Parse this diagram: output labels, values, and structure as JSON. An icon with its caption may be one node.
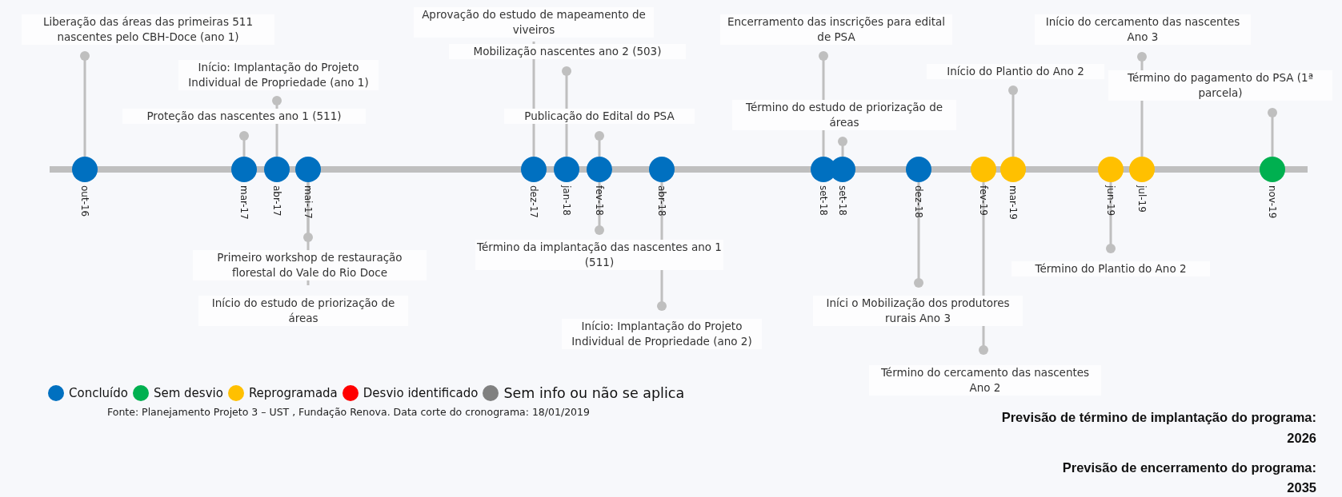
{
  "diagram": {
    "nodes": [
      {
        "text": [],
        "shape": "circle",
        "beside": [
          "out-16"
        ]
      },
      {
        "text": [],
        "shape": "circle",
        "beside": [
          "mar-17"
        ]
      },
      {
        "text": [],
        "shape": "circle",
        "beside": [
          "abr-17"
        ]
      },
      {
        "text": [],
        "shape": "circle",
        "beside": [
          "mai-17"
        ]
      },
      {
        "text": [],
        "shape": "circle",
        "beside": [
          "dez-17"
        ]
      },
      {
        "text": [],
        "shape": "circle",
        "beside": [
          "jan-18"
        ]
      },
      {
        "text": [],
        "shape": "circle",
        "beside": [
          "fev-18"
        ]
      },
      {
        "text": [],
        "shape": "circle",
        "beside": [
          "abr-18"
        ]
      },
      {
        "text": [],
        "shape": "circle",
        "beside": [
          "set-18"
        ]
      },
      {
        "text": [],
        "shape": "circle",
        "beside": [
          "set-18"
        ]
      },
      {
        "text": [],
        "shape": "circle",
        "beside": [
          "dez-18"
        ]
      },
      {
        "text": [],
        "shape": "circle",
        "beside": [
          "fev-19"
        ]
      },
      {
        "text": [],
        "shape": "circle",
        "beside": [
          "mar-19"
        ]
      },
      {
        "text": [],
        "shape": "circle",
        "beside": [
          "jun-19"
        ]
      },
      {
        "text": [],
        "shape": "circle",
        "beside": [
          "jul-19"
        ]
      },
      {
        "text": [],
        "shape": "circle",
        "beside": [
          "nov-19"
        ]
      },
      {
        "text": [
          "Liberação das áreas das primeiras 511 nascentes pelo CBH-Doce (ano 1)"
        ]
      },
      {
        "text": [
          "Início: Implantação do Projeto Individual de Propriedade (ano 1)"
        ]
      },
      {
        "text": [
          "Proteção das nascentes ano 1 (511)"
        ]
      },
      {
        "text": [
          "Aprovação do estudo de mapeamento de viveiros"
        ]
      },
      {
        "text": [
          "Mobilização nascentes ano 2 (503)"
        ]
      },
      {
        "text": [
          "Publicação do Edital do PSA"
        ]
      },
      {
        "text": [
          "Encerramento das inscrições para edital de PSA"
        ]
      },
      {
        "text": [
          "Término do estudo de priorização de áreas"
        ]
      },
      {
        "text": [
          "Início do Plantio do Ano 2"
        ]
      },
      {
        "text": [
          "Início do cercamento das nascentes Ano 3"
        ]
      },
      {
        "text": [
          "Término do pagamento do PSA (1ª parcela)"
        ]
      },
      {
        "text": [
          "Primeiro workshop de restauração florestal do Vale do Rio Doce"
        ]
      },
      {
        "text": [
          "Início do estudo de priorização de áreas"
        ]
      },
      {
        "text": [
          "Término da implantação das nascentes ano 1 (511)"
        ]
      },
      {
        "text": [
          "Início: Implantação do Projeto Individual de Propriedade (ano 2)"
        ]
      },
      {
        "text": [
          "Iníci o Mobilização dos produtores rurais Ano 3"
        ]
      },
      {
        "text": [
          "Término do cercamento das nascentes Ano 2"
        ]
      },
      {
        "text": [
          "Término do Plantio do Ano 2"
        ]
      }
    ],
    "edges": [
      {
        "from": 16,
        "to": 0,
        "arrow": "other"
      },
      {
        "from": 17,
        "to": 2,
        "arrow": "other"
      },
      {
        "from": 18,
        "to": 1,
        "arrow": "other"
      },
      {
        "from": 19,
        "to": 4,
        "arrow": "none"
      },
      {
        "from": 20,
        "to": 5,
        "arrow": "other"
      },
      {
        "from": 21,
        "to": 6,
        "arrow": "other"
      },
      {
        "from": 22,
        "to": 8,
        "arrow": "other"
      },
      {
        "from": 23,
        "to": 9,
        "arrow": "other"
      },
      {
        "from": 24,
        "to": 12,
        "arrow": "other"
      },
      {
        "from": 25,
        "to": 14,
        "arrow": "other"
      },
      {
        "from": 26,
        "to": 15,
        "arrow": "other"
      },
      {
        "from": 27,
        "to": 3,
        "arrow": "other"
      },
      {
        "from": 28,
        "to": 3,
        "arrow": "none"
      },
      {
        "from": 29,
        "to": 6,
        "arrow": "other"
      },
      {
        "from": 30,
        "to": 7,
        "arrow": "other"
      },
      {
        "from": 31,
        "to": 10,
        "arrow": "other"
      },
      {
        "from": 32,
        "to": 11,
        "arrow": "other"
      },
      {
        "from": 33,
        "to": 13,
        "arrow": "other"
      }
    ],
    "labels": [
      "Fonte: Planejamento Projeto 3 – UST , Fundação Renova. Data corte do cronograma: 18/01/2019",
      "Previsão de término de implantação do programa:",
      "2026",
      "Previsão de encerramento do programa:",
      "2035"
    ],
    "legend": [
      {
        "text": "Concluído",
        "color": "#0070c0"
      },
      {
        "text": "Sem desvio",
        "color": "#00b050"
      },
      {
        "text": "Reprogramada",
        "color": "#ffc000"
      },
      {
        "text": "Desvio identificado",
        "color": "#ff0000"
      },
      {
        "text": "Sem info ou não se aplica",
        "color": "#808080"
      }
    ]
  }
}
